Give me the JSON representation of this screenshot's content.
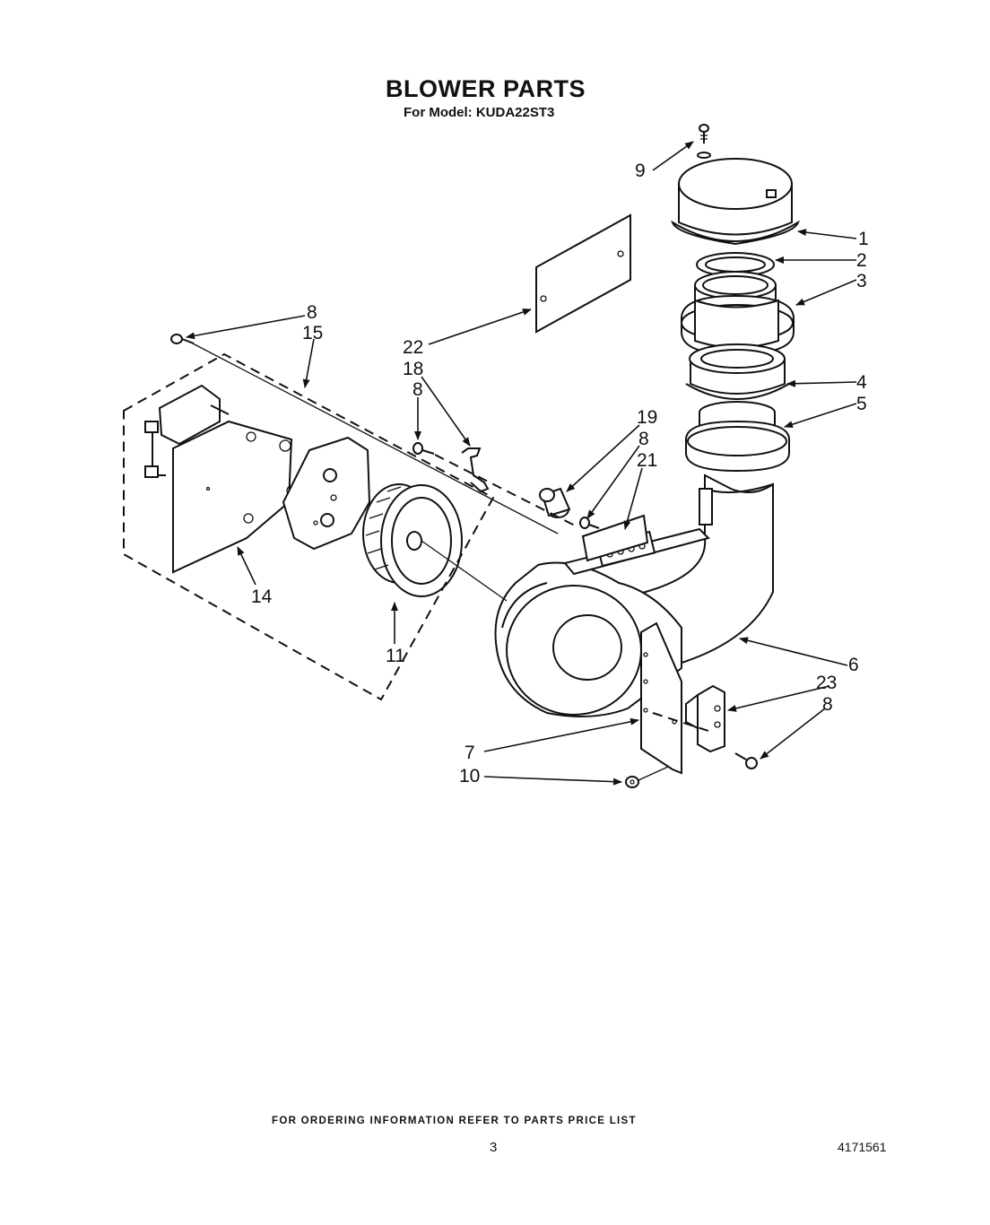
{
  "header": {
    "title": "BLOWER PARTS",
    "subtitle": "For Model: KUDA22ST3"
  },
  "callouts": [
    {
      "id": "c9",
      "label": "9"
    },
    {
      "id": "c1",
      "label": "1"
    },
    {
      "id": "c2",
      "label": "2"
    },
    {
      "id": "c3",
      "label": "3"
    },
    {
      "id": "c4",
      "label": "4"
    },
    {
      "id": "c5",
      "label": "5"
    },
    {
      "id": "c8a",
      "label": "8"
    },
    {
      "id": "c15",
      "label": "15"
    },
    {
      "id": "c22",
      "label": "22"
    },
    {
      "id": "c18",
      "label": "18"
    },
    {
      "id": "c8b",
      "label": "8"
    },
    {
      "id": "c19",
      "label": "19"
    },
    {
      "id": "c8c",
      "label": "8"
    },
    {
      "id": "c21",
      "label": "21"
    },
    {
      "id": "c14",
      "label": "14"
    },
    {
      "id": "c11",
      "label": "11"
    },
    {
      "id": "c6",
      "label": "6"
    },
    {
      "id": "c23",
      "label": "23"
    },
    {
      "id": "c8d",
      "label": "8"
    },
    {
      "id": "c7",
      "label": "7"
    },
    {
      "id": "c10",
      "label": "10"
    }
  ],
  "footer": {
    "note": "FOR ORDERING INFORMATION REFER TO PARTS PRICE LIST",
    "page_number": "3",
    "document_number": "4171561"
  }
}
